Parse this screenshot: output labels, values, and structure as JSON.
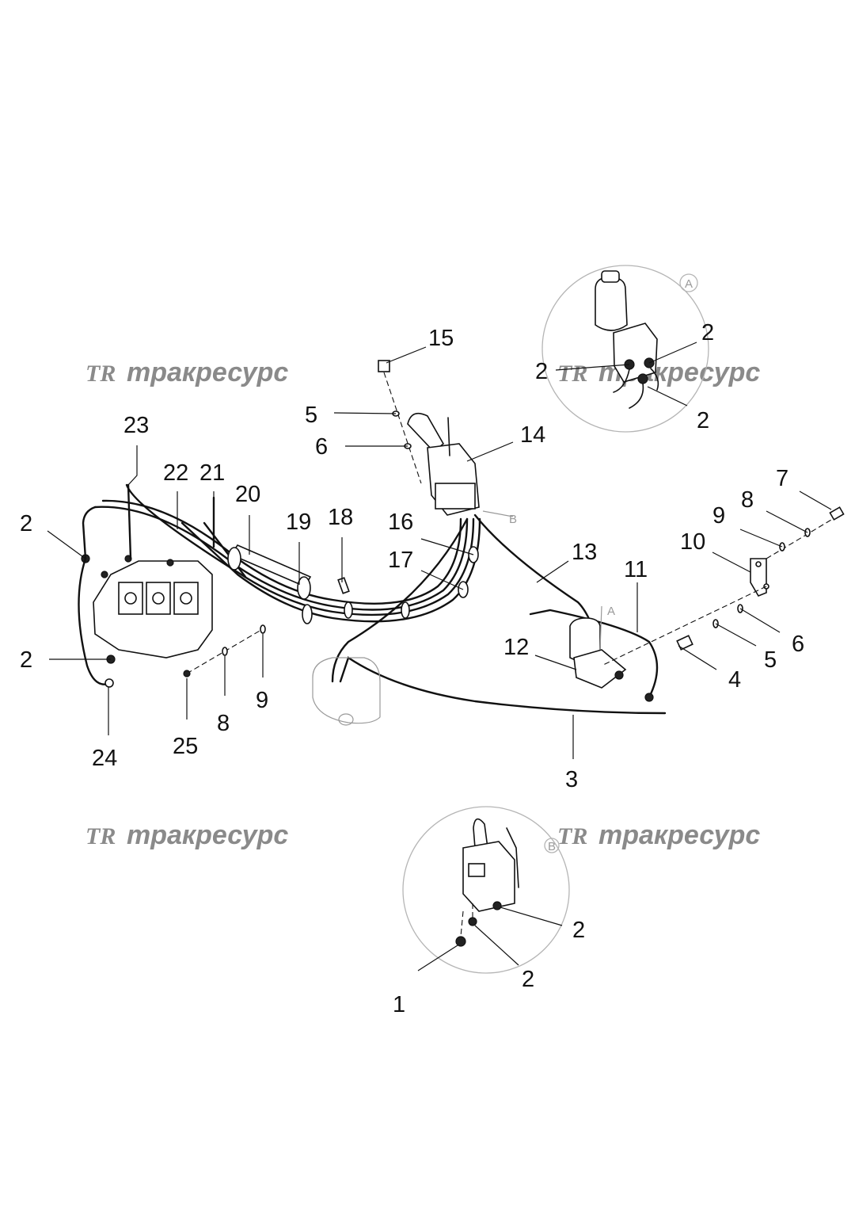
{
  "watermark": {
    "logo": "TR",
    "text": "тракресурс"
  },
  "details": {
    "a": "A",
    "b": "B"
  },
  "callouts": {
    "c15": "15",
    "c5_top": "5",
    "c6_top": "6",
    "c14": "14",
    "c23": "23",
    "c22": "22",
    "c21": "21",
    "c20": "20",
    "c19": "19",
    "c18": "18",
    "c16": "16",
    "c17": "17",
    "c13": "13",
    "c11": "11",
    "c12": "12",
    "c7": "7",
    "c8_right": "8",
    "c9_right": "9",
    "c10": "10",
    "c6_right": "6",
    "c5_right": "5",
    "c4": "4",
    "c3": "3",
    "c2_left_top": "2",
    "c2_left_bottom": "2",
    "c24": "24",
    "c25": "25",
    "c8_left": "8",
    "c9_left": "9",
    "c2_a_top_right": "2",
    "c2_a_left": "2",
    "c2_a_bottom_right": "2",
    "c2_b_right": "2",
    "c2_b_bottom": "2",
    "c1": "1"
  }
}
